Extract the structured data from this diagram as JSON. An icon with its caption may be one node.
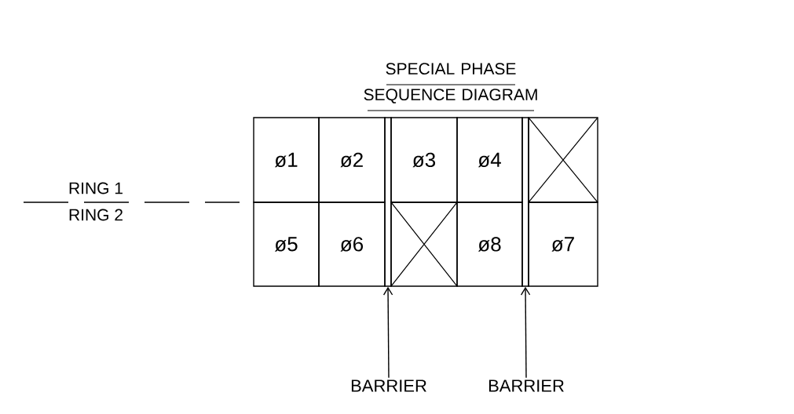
{
  "diagram": {
    "title": "SPECIAL PHASE SEQUENCE DIAGRAM",
    "nodes": [
      {
        "text": [
          "ø1"
        ]
      },
      {
        "text": [
          "ø2"
        ]
      },
      {
        "text": [
          "ø3"
        ]
      },
      {
        "text": [
          "ø4"
        ]
      },
      {
        "text": [],
        "shape": "box"
      },
      {
        "text": [
          "ø5"
        ]
      },
      {
        "text": [
          "ø6"
        ]
      },
      {
        "text": [],
        "shape": "box"
      },
      {
        "text": [
          "ø8"
        ]
      },
      {
        "text": [
          "ø7"
        ]
      },
      {
        "text": [],
        "shape": "bar"
      },
      {
        "text": [],
        "shape": "bar"
      },
      {
        "text": [
          "BARRIER"
        ]
      },
      {
        "text": [
          "BARRIER"
        ]
      }
    ],
    "edges": [
      {
        "from": 12,
        "to": 10,
        "arrow": "to"
      },
      {
        "from": 13,
        "to": 11,
        "arrow": "to"
      }
    ],
    "labels": [
      "RING 1",
      "RING 2"
    ]
  }
}
